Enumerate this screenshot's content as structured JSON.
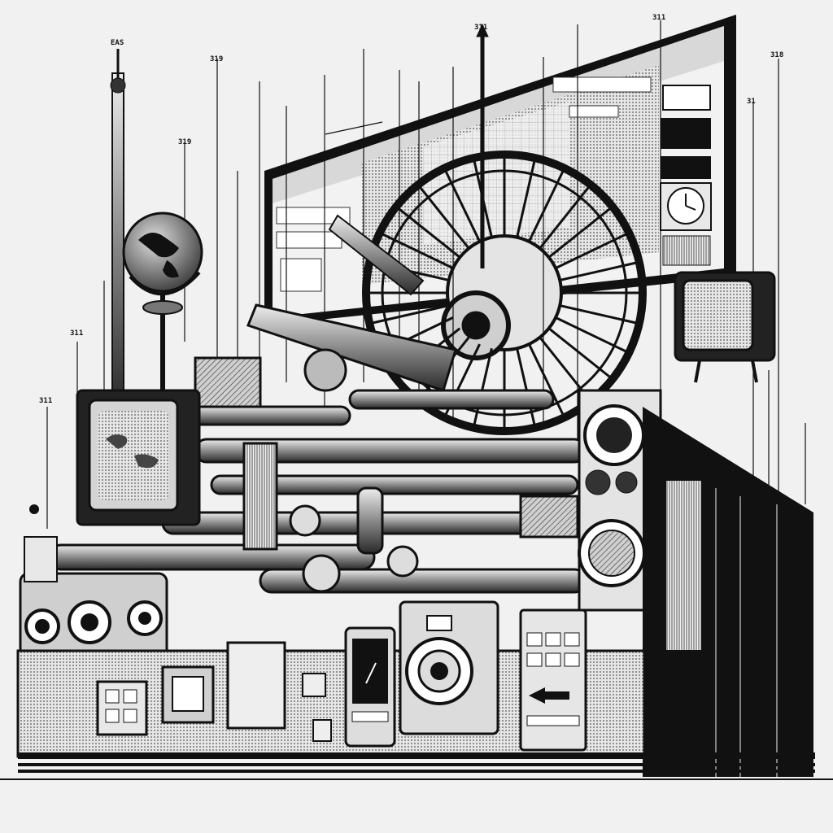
{
  "illustration": {
    "style": "black-and-white ink engraving",
    "callout_tags": [
      {
        "text": "EAS"
      },
      {
        "text": "319"
      },
      {
        "text": "319"
      },
      {
        "text": "311"
      },
      {
        "text": "311"
      },
      {
        "text": "311"
      },
      {
        "text": "311"
      },
      {
        "text": "318"
      },
      {
        "text": "31"
      }
    ],
    "icons": [
      "globe-icon",
      "clock-icon",
      "speaker-icon",
      "camera-lens-icon",
      "crt-monitor-icon"
    ],
    "colors": {
      "ink": "#111111",
      "paper": "#f1f1f1",
      "mid_gray": "#9a9a9a",
      "light_gray": "#d6d6d6"
    }
  }
}
